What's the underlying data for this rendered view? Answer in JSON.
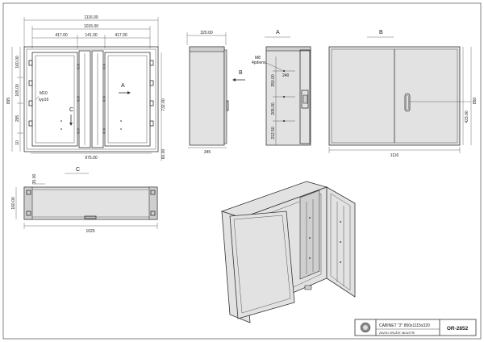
{
  "views": {
    "front": {
      "dims": {
        "overall_width": "1116.00",
        "inner_width": "1015.00",
        "left_panel": "417.00",
        "center": "141.00",
        "right_panel": "417.00",
        "bottom_width": "975.00",
        "left_total": "895",
        "left_a": "160.00",
        "left_b": "165.00",
        "left_c": "295",
        "left_d": "10",
        "right_height": "732.00",
        "right_bottom": "60.00"
      },
      "labels": {
        "screw": "M10",
        "screw_sub": "typ16",
        "arrow_a": "A",
        "arrow_c": "C"
      }
    },
    "side": {
      "dims": {
        "top": "320.00",
        "bottom": "345"
      },
      "arrow_b": "B"
    },
    "section_a": {
      "title": "A",
      "dims": {
        "screw": "M8",
        "screw_sub": "4pdiens",
        "hole": "240",
        "d1": "350.00",
        "d2": "205.00",
        "d3": "212.50"
      }
    },
    "view_b": {
      "title": "B",
      "dims": {
        "width": "1116",
        "height": "850",
        "handle": "423.00"
      }
    },
    "view_c": {
      "title": "C",
      "dims": {
        "top": "15.00",
        "left": "160.00",
        "bottom": "1020"
      }
    }
  },
  "title_block": {
    "name": "CABINET \"2\" 850x1115x320",
    "company": "ZAVOD ORUŽJE INDUSTRI",
    "code": "OR-2852"
  }
}
